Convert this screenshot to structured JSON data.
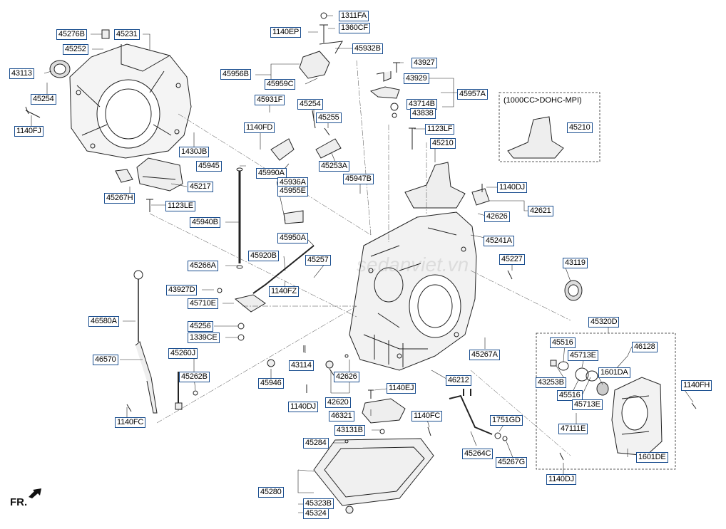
{
  "diagram": {
    "variant_note": "(1000CC>DOHC-MPI)",
    "front_marker": "FR.",
    "watermark": "sedanviet.vn",
    "labels": {
      "45276B": "45276B",
      "45231": "45231",
      "45252": "45252",
      "43113": "43113",
      "45254_left": "45254",
      "1140FJ": "1140FJ",
      "1430JB": "1430JB",
      "45217": "45217",
      "45267H": "45267H",
      "1123LE": "1123LE",
      "1311FA": "1311FA",
      "1140EP": "1140EP",
      "1360CF": "1360CF",
      "45932B": "45932B",
      "45956B": "45956B",
      "45959C": "45959C",
      "45931F": "45931F",
      "45254_mid": "45254",
      "45255": "45255",
      "1140FD": "1140FD",
      "45253A": "45253A",
      "45945": "45945",
      "45990A": "45990A",
      "45936A": "45936A",
      "45955E": "45955E",
      "45947B": "45947B",
      "45940B": "45940B",
      "45950A": "45950A",
      "45920B": "45920B",
      "45257": "45257",
      "45266A": "45266A",
      "1140FZ": "1140FZ",
      "43927D": "43927D",
      "45710E": "45710E",
      "46580A": "46580A",
      "45256": "45256",
      "1339CE": "1339CE",
      "46570": "46570",
      "45260J": "45260J",
      "45262B": "45262B",
      "1140FC_left": "1140FC",
      "43927": "43927",
      "43929": "43929",
      "45957A": "45957A",
      "43714B": "43714B",
      "43838": "43838",
      "1123LF": "1123LF",
      "45210_mid": "45210",
      "45210_box": "45210",
      "1140DJ_top": "1140DJ",
      "42626_top": "42626",
      "42621": "42621",
      "45241A": "45241A",
      "45227": "45227",
      "43119": "43119",
      "45267A": "45267A",
      "43114": "43114",
      "45946": "45946",
      "42626_bottom": "42626",
      "1140DJ_mid": "1140DJ",
      "42620": "42620",
      "46212": "46212",
      "1140EJ": "1140EJ",
      "46321": "46321",
      "1140FC_mid": "1140FC",
      "43131B": "43131B",
      "1751GD": "1751GD",
      "45284": "45284",
      "45264C": "45264C",
      "45267G": "45267G",
      "45280": "45280",
      "45323B": "45323B",
      "45324": "45324",
      "45320D": "45320D",
      "45516_top": "45516",
      "46128": "46128",
      "45713E_top": "45713E",
      "43253B": "43253B",
      "1601DA": "1601DA",
      "45516_bottom": "45516",
      "45713E_bottom": "45713E",
      "47111E": "47111E",
      "1140FH": "1140FH",
      "1601DE": "1601DE",
      "1140DJ_bottom": "1140DJ"
    }
  }
}
